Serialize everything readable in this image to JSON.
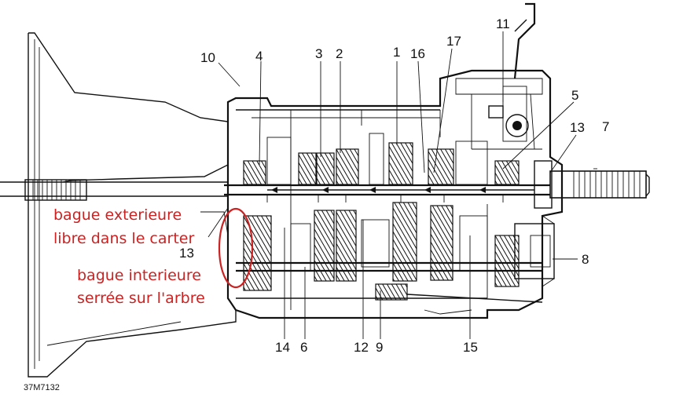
{
  "diagram": {
    "callouts": [
      {
        "id": "c10",
        "label": "10"
      },
      {
        "id": "c4",
        "label": "4"
      },
      {
        "id": "c3",
        "label": "3"
      },
      {
        "id": "c2",
        "label": "2"
      },
      {
        "id": "c1",
        "label": "1"
      },
      {
        "id": "c16",
        "label": "16"
      },
      {
        "id": "c17",
        "label": "17"
      },
      {
        "id": "c11",
        "label": "11"
      },
      {
        "id": "c5",
        "label": "5"
      },
      {
        "id": "c13r",
        "label": "13"
      },
      {
        "id": "c7",
        "label": "7"
      },
      {
        "id": "c8",
        "label": "8"
      },
      {
        "id": "c13l",
        "label": "13"
      },
      {
        "id": "c14",
        "label": "14"
      },
      {
        "id": "c6",
        "label": "6"
      },
      {
        "id": "c12",
        "label": "12"
      },
      {
        "id": "c9",
        "label": "9"
      },
      {
        "id": "c15",
        "label": "15"
      }
    ],
    "annotations": {
      "outer_line1": "bague exterieure",
      "outer_line2": "libre dans le carter",
      "inner_line1": "bague interieure",
      "inner_line2": "serrée sur l'arbre"
    },
    "reference": "37M7132",
    "colors": {
      "line": "#111111",
      "annotation": "#cc2222"
    }
  }
}
